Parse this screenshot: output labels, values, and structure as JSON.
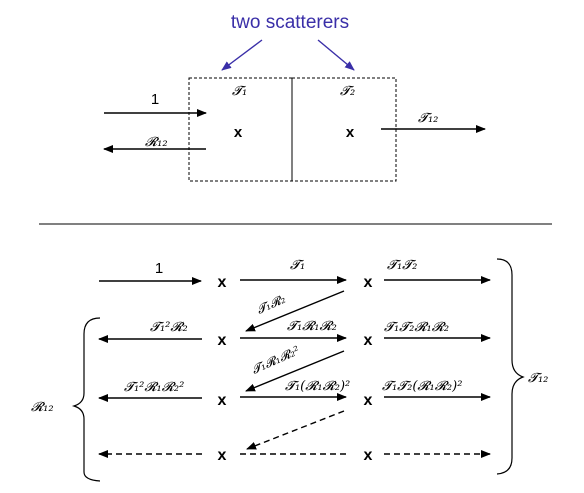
{
  "title": "two scatterers",
  "title_color": "#3a2fa8",
  "top": {
    "incident_label": "1",
    "reflected_label": "𝓡₁₂",
    "scatterer1_label": "𝓣₁",
    "scatterer2_label": "𝓣₂",
    "transmitted_label": "𝓣₁₂",
    "scatterer_marker": "x"
  },
  "bottom": {
    "row1": {
      "incoming": "1",
      "between": "𝓣₁",
      "out": "𝓣₁𝓣₂"
    },
    "diag1": "𝓣₁𝓡₂",
    "row2": {
      "back": "𝓣₁²𝓡₂",
      "between": "𝓣₁𝓡₁𝓡₂",
      "out": "𝓣₁𝓣₂𝓡₁𝓡₂"
    },
    "diag2": "𝓣₁𝓡₁𝓡₂²",
    "row3": {
      "back": "𝓣₁²𝓡₁𝓡₂²",
      "between": "𝓣₁(𝓡₁𝓡₂)²",
      "out": "𝓣₁𝓣₂(𝓡₁𝓡₂)²"
    },
    "left_sum": "𝓡₁₂",
    "right_sum": "𝓣₁₂",
    "marker": "x"
  }
}
